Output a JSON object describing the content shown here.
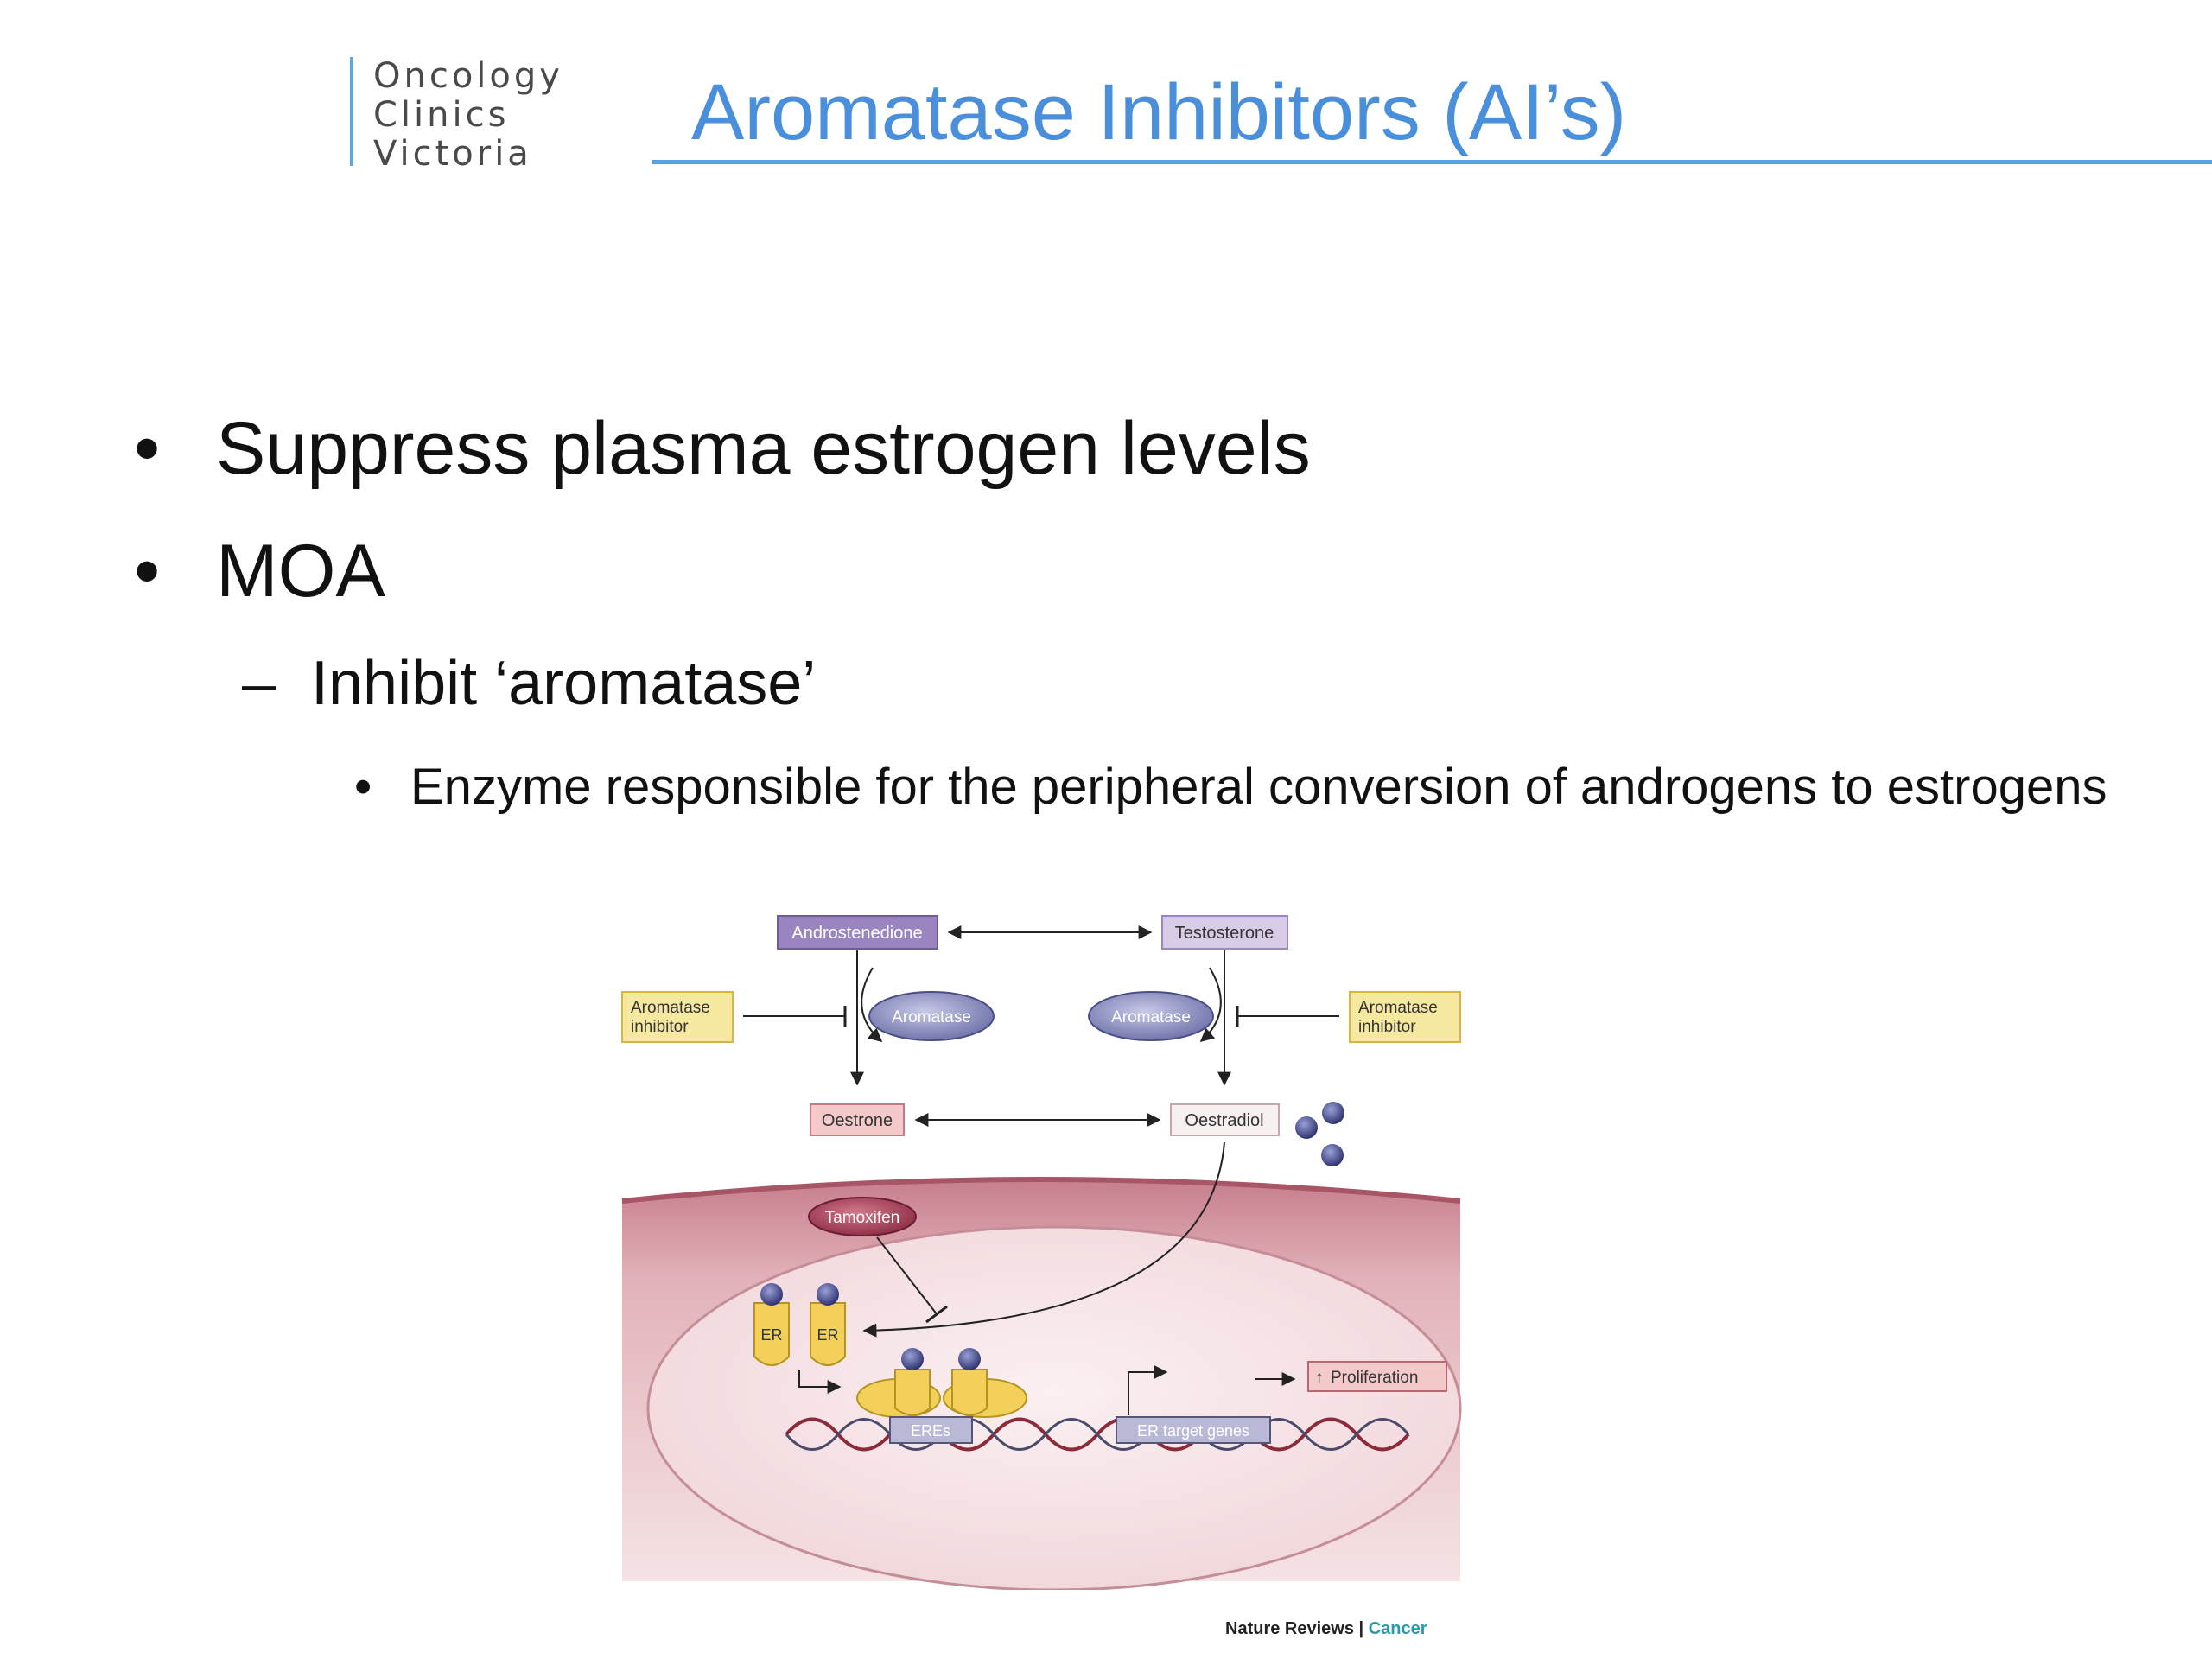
{
  "logo": {
    "lines": [
      "Oncology",
      "Clinics",
      "Victoria"
    ]
  },
  "slide": {
    "title": "Aromatase Inhibitors (AI’s)",
    "bullets": [
      {
        "marker": "•",
        "text": "Suppress plasma estrogen levels"
      },
      {
        "marker": "•",
        "text": "MOA"
      }
    ],
    "sub_bullet": {
      "marker": "–",
      "text": "Inhibit  ‘aromatase’"
    },
    "sub_sub_bullet": {
      "marker": "•",
      "text": "Enzyme responsible for the peripheral conversion of androgens to estrogens"
    }
  },
  "diagram": {
    "androstenedione": "Androstenedione",
    "testosterone": "Testosterone",
    "aromatase_left": "Aromatase",
    "aromatase_right": "Aromatase",
    "ai_left": [
      "Aromatase",
      "inhibitor"
    ],
    "ai_right": [
      "Aromatase",
      "inhibitor"
    ],
    "oestrone": "Oestrone",
    "oestradiol": "Oestradiol",
    "tamoxifen": "Tamoxifen",
    "er_1": "ER",
    "er_2": "ER",
    "eres": "EREs",
    "er_target_genes": "ER target genes",
    "proliferation": "Proliferation",
    "proliferation_arrow": "↑",
    "credit_journal": "Nature Reviews",
    "credit_separator": " | ",
    "credit_section": "Cancer"
  },
  "colors": {
    "title": "#4a8fdc",
    "rule": "#5aa0dc",
    "androgen_box": "#9a85c0",
    "inhibitor_box": "#f7e8a0",
    "estrogen_box": "#f3c9c9",
    "cell": "#d9a2ab",
    "nucleus": "#f7e4e6",
    "receptor": "#f2d05a",
    "ligand": "#4a4a8a"
  }
}
